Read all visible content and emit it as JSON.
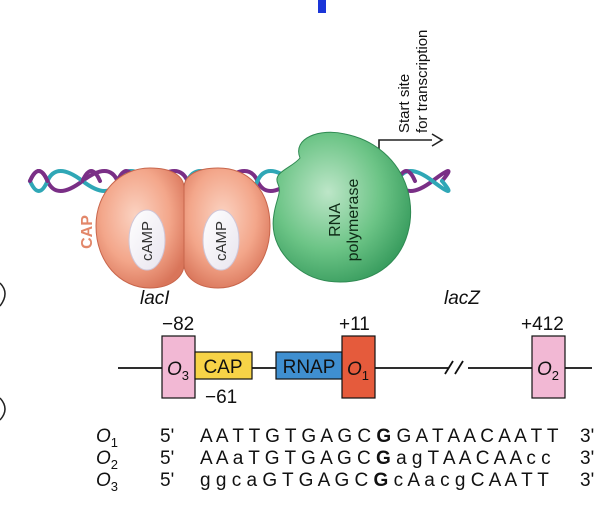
{
  "diagram": {
    "top_labels": {
      "start_site_line1": "Start site",
      "start_site_line2": "for transcription",
      "cap": "CAP",
      "camp_left": "cAMP",
      "camp_right": "cAMP",
      "rna_line1": "RNA",
      "rna_line2": "polymerase"
    },
    "map_labels": {
      "laci": "lacI",
      "lacz": "lacZ",
      "pos_o3": "−82",
      "pos_cap": "−61",
      "pos_o1": "+11",
      "pos_o2": "+412",
      "o3_main": "O",
      "o3_sub": "3",
      "cap_box": "CAP",
      "rnap_box": "RNAP",
      "o1_main": "O",
      "o1_sub": "1",
      "o2_main": "O",
      "o2_sub": "2"
    },
    "sequences": [
      {
        "name": "O",
        "sub": "1",
        "five": "5'",
        "pre": "A A T T G T G A G C ",
        "bold": "G",
        "post": " G A T A A C A A T T",
        "three": "3'"
      },
      {
        "name": "O",
        "sub": "2",
        "five": "5'",
        "pre": "A A a T G T G A G C ",
        "bold": "G",
        "post": " a g T A A C A A c c",
        "three": "3'"
      },
      {
        "name": "O",
        "sub": "3",
        "five": "5'",
        "pre": "g g c a G T G A G C ",
        "bold": "G",
        "post": " c A a c g C A A T T",
        "three": "3'"
      }
    ],
    "colors": {
      "strand_purple": "#7a2f86",
      "strand_teal": "#2fa7b6",
      "cap_fill": "#f3a68a",
      "cap_label": "#e2876a",
      "rnap_fill": "#5fbd7b",
      "o3_o2_fill": "#f2b8d4",
      "cap_box_fill": "#f7d347",
      "rnap_box_fill": "#3f8fd0",
      "o1_fill": "#e55b3c",
      "title_blue": "#1a35d8"
    }
  }
}
